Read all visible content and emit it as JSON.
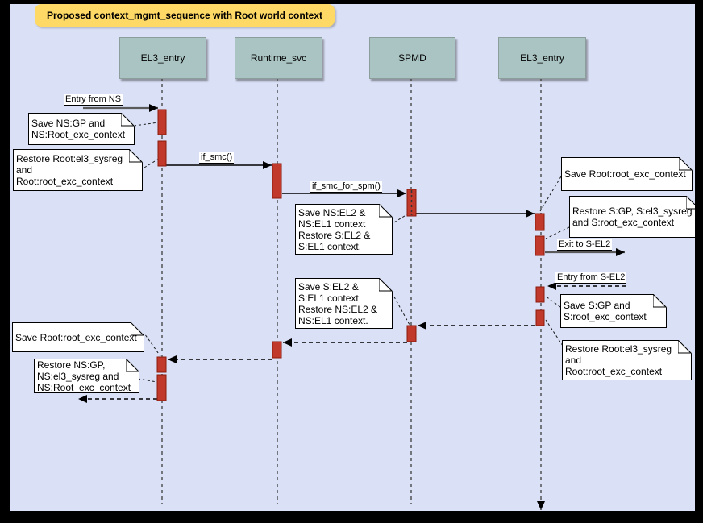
{
  "title": "Proposed context_mgmt_sequence with Root world context",
  "actors": [
    {
      "label": "EL3_entry"
    },
    {
      "label": "Runtime_svc"
    },
    {
      "label": "SPMD"
    },
    {
      "label": "EL3_entry"
    }
  ],
  "messages": {
    "entry_from_ns": "Entry from NS",
    "if_smc": "if_smc()",
    "if_smc_for_spm": "if_smc_for_spm()",
    "exit_to_s_el2": "Exit to S-EL2",
    "entry_from_s_el2": "Entry from S-EL2"
  },
  "notes": [
    {
      "text": "Save NS:GP and\nNS:Root_exc_context"
    },
    {
      "text": "Restore Root:el3_sysreg\nand\nRoot:root_exc_context"
    },
    {
      "text": "Save NS:EL2 &\nNS:EL1 context\nRestore S:EL2 &\nS:EL1 context."
    },
    {
      "text": "Save Root:root_exc_context"
    },
    {
      "text": "Restore S:GP, S:el3_sysreg\nand S:root_exc_context"
    },
    {
      "text": "Save S:GP and\nS:root_exc_context"
    },
    {
      "text": "Restore Root:el3_sysreg\nand\nRoot:root_exc_context"
    },
    {
      "text": "Save S:EL2 &\nS:EL1 context\nRestore NS:EL2 &\nNS:EL1 context."
    },
    {
      "text": "Save Root:root_exc_context"
    },
    {
      "text": "Restore NS:GP,\nNS:el3_sysreg and\nNS:Root_exc_context"
    }
  ],
  "colors": {
    "background": "#dae1f7",
    "title_fill": "#ffd966",
    "actor_fill": "#a9c4c2",
    "activation_fill": "#c0392b",
    "activation_stroke": "#8c1b0b",
    "note_fill": "#ffffff",
    "frame": "#000000"
  }
}
